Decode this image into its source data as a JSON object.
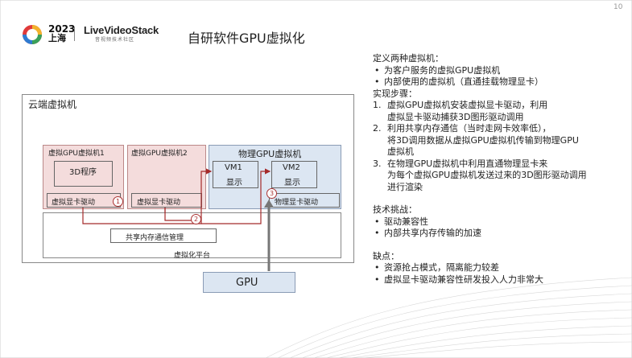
{
  "slide": {
    "title": "自研软件GPU虚拟化",
    "page_number": "10"
  },
  "logo": {
    "year": "2023",
    "city": "上海",
    "brand": "LiveVideoStack",
    "sub": "音视频技术社区"
  },
  "diagram": {
    "outer_label": "云端虚拟机",
    "vm1_label": "虚拟GPU虚拟机1",
    "vm1_program": "3D程序",
    "vm1_driver": "虚拟显卡驱动",
    "vm2_label": "虚拟GPU虚拟机2",
    "vm2_driver": "虚拟显卡驱动",
    "pvm_label": "物理GPU虚拟机",
    "vmA_title": "VM1",
    "vmA_sub": "显示",
    "vmB_title": "VM2",
    "vmB_sub": "显示",
    "pvm_driver": "物理显卡驱动",
    "shm_label": "共享内存通信管理",
    "platform_label": "虚拟化平台",
    "gpu_label": "GPU",
    "steps": [
      "1",
      "2",
      "3"
    ],
    "arrow_color": "#a52a2a"
  },
  "text": {
    "sec1_title": "定义两种虚拟机：",
    "sec1_items": [
      "为客户服务的虚拟GPU虚拟机",
      "内部使用的虚拟机（直通挂载物理显卡）"
    ],
    "sec2_title": "实现步骤：",
    "sec2_items": [
      [
        "1.",
        "虚拟GPU虚拟机安装虚拟显卡驱动，利用",
        "虚拟显卡驱动捕获3D图形驱动调用"
      ],
      [
        "2.",
        "利用共享内存通信（当时走网卡效率低），",
        "将3D调用数据从虚拟GPU虚拟机传输到物理GPU虚拟机"
      ],
      [
        "3.",
        "在物理GPU虚拟机中利用直通物理显卡来",
        "为每个虚拟GPU虚拟机发送过来的3D图形驱动调用进行渲染"
      ]
    ],
    "sec3_title": "技术挑战：",
    "sec3_items": [
      "驱动兼容性",
      "内部共享内存传输的加速"
    ],
    "sec4_title": "缺点：",
    "sec4_items": [
      "资源抢占模式，隔离能力较差",
      "虚拟显卡驱动兼容性研发投入人力非常大"
    ]
  }
}
